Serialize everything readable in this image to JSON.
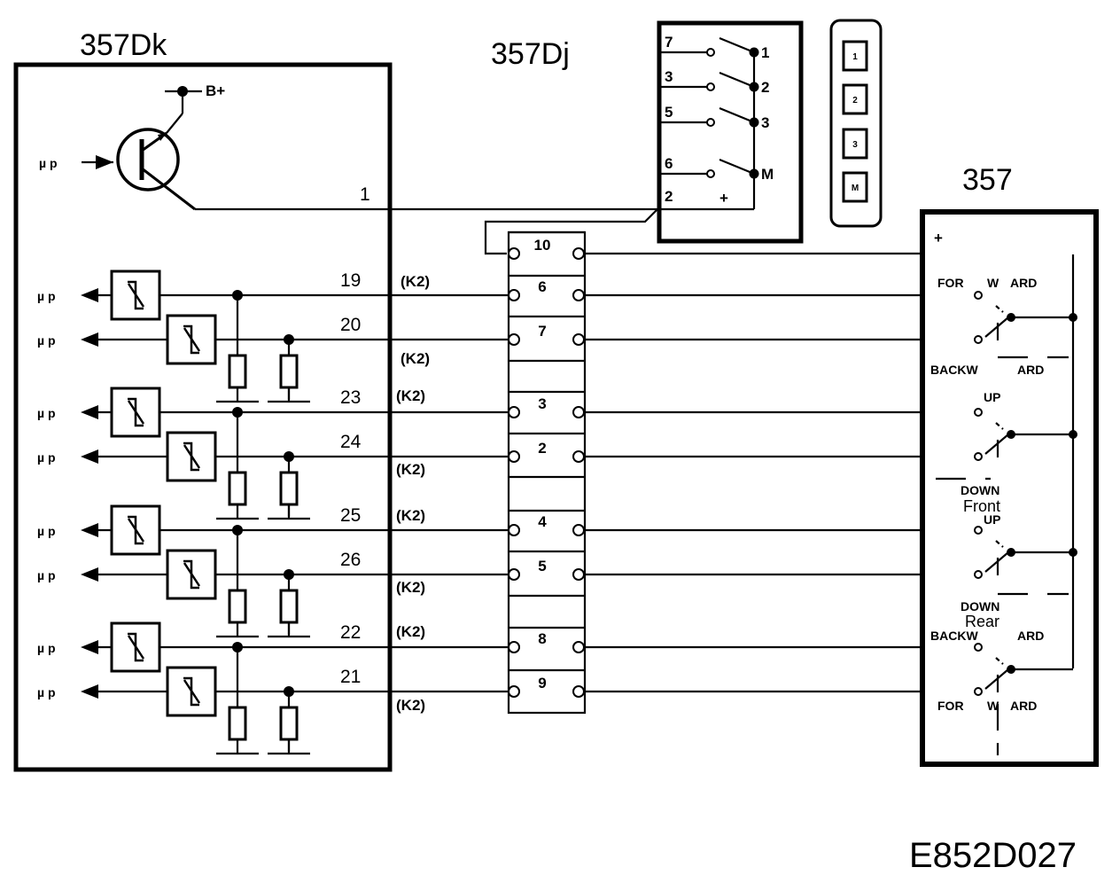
{
  "drawing_code": "E852D027",
  "module_357Dk": {
    "title": "357Dk",
    "supply_label": "B+",
    "uP_label": "µ p",
    "wires": [
      "1",
      "19",
      "20",
      "23",
      "24",
      "25",
      "26",
      "22",
      "21"
    ]
  },
  "switch_357Dj": {
    "title": "357Dj",
    "left_pins": [
      "7",
      "3",
      "5",
      "6",
      "2"
    ],
    "right_pins": [
      "1",
      "2",
      "3",
      "M"
    ],
    "plus": "+",
    "keypad": [
      "1",
      "2",
      "3",
      "M"
    ]
  },
  "connector": {
    "pins": [
      "10",
      "6",
      "7",
      "3",
      "2",
      "4",
      "5",
      "8",
      "9"
    ],
    "k2": "(K2)"
  },
  "switch_357": {
    "title": "357",
    "plus": "+",
    "labels": {
      "forward_for": "FOR",
      "forward_w": "W",
      "forward_ard": "ARD",
      "backw": "BACKW",
      "ard": "ARD",
      "up": "UP",
      "down": "DOWN",
      "front": "Front",
      "rear": "Rear"
    }
  }
}
